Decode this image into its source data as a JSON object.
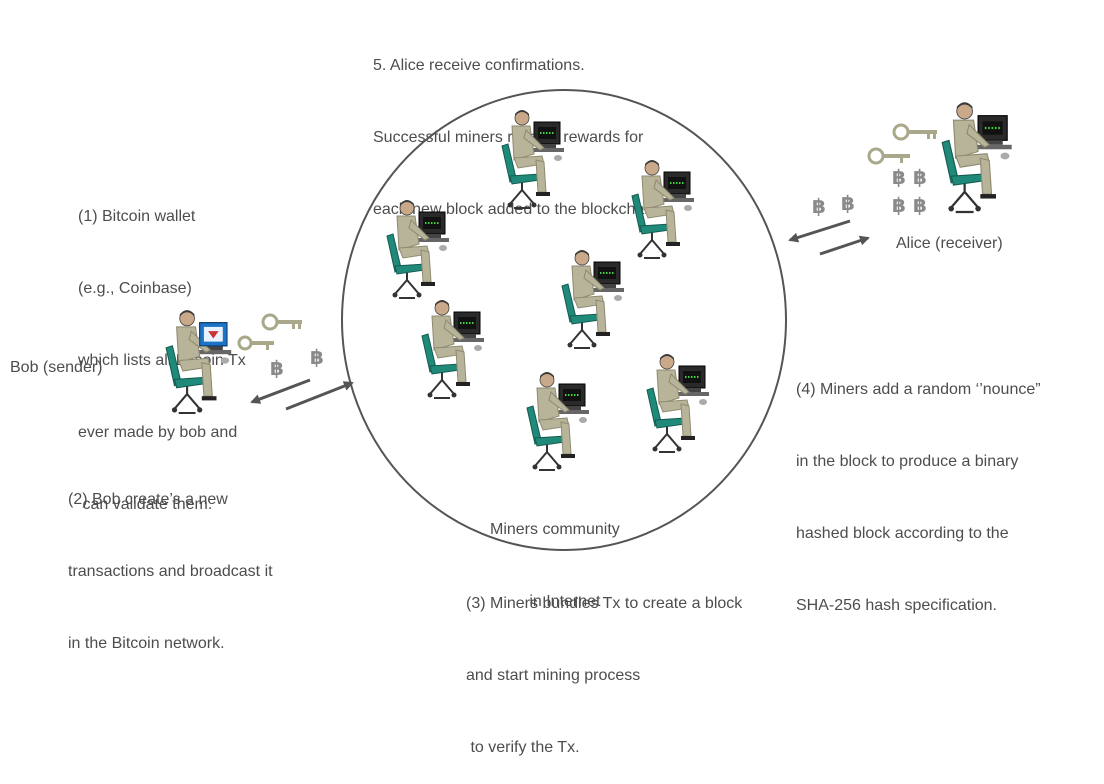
{
  "top_note": {
    "lines": [
      "5. Alice receive confirmations.",
      "Successful miners receive rewards for",
      "each new block added to the blockchain."
    ]
  },
  "wallet_note": {
    "lines": [
      "(1) Bitcoin wallet",
      "(e.g., Coinbase)",
      "which lists all Bitcoin Tx",
      "ever made by bob and",
      " can validate them."
    ]
  },
  "bob": {
    "label": "Bob (sender)"
  },
  "alice": {
    "label": "Alice (receiver)"
  },
  "bob_note": {
    "lines": [
      "(2) Bob create’s a new",
      "transactions and broadcast it",
      "in the Bitcoin network."
    ]
  },
  "miners_note": {
    "lines": [
      "(4) Miners add a random ‘’nounce”",
      "in the block to produce a binary",
      "hashed block according to the",
      "SHA-256 hash specification."
    ]
  },
  "community": {
    "lines": [
      "Miners community",
      "in Internet"
    ]
  },
  "bundle_note": {
    "lines": [
      "(3) Miners bundles Tx to create a block",
      "and start mining process",
      " to verify the Tx."
    ]
  },
  "coin_symbol": "฿",
  "colors": {
    "suit": "#b8b49a",
    "suit_dark": "#8e8a70",
    "chair": "#1f8a7a",
    "monitor": "#2a2a2a",
    "screen_text": "#3cd43c",
    "key": "#a9a88a",
    "arrow": "#555555",
    "circle": "#555555"
  }
}
